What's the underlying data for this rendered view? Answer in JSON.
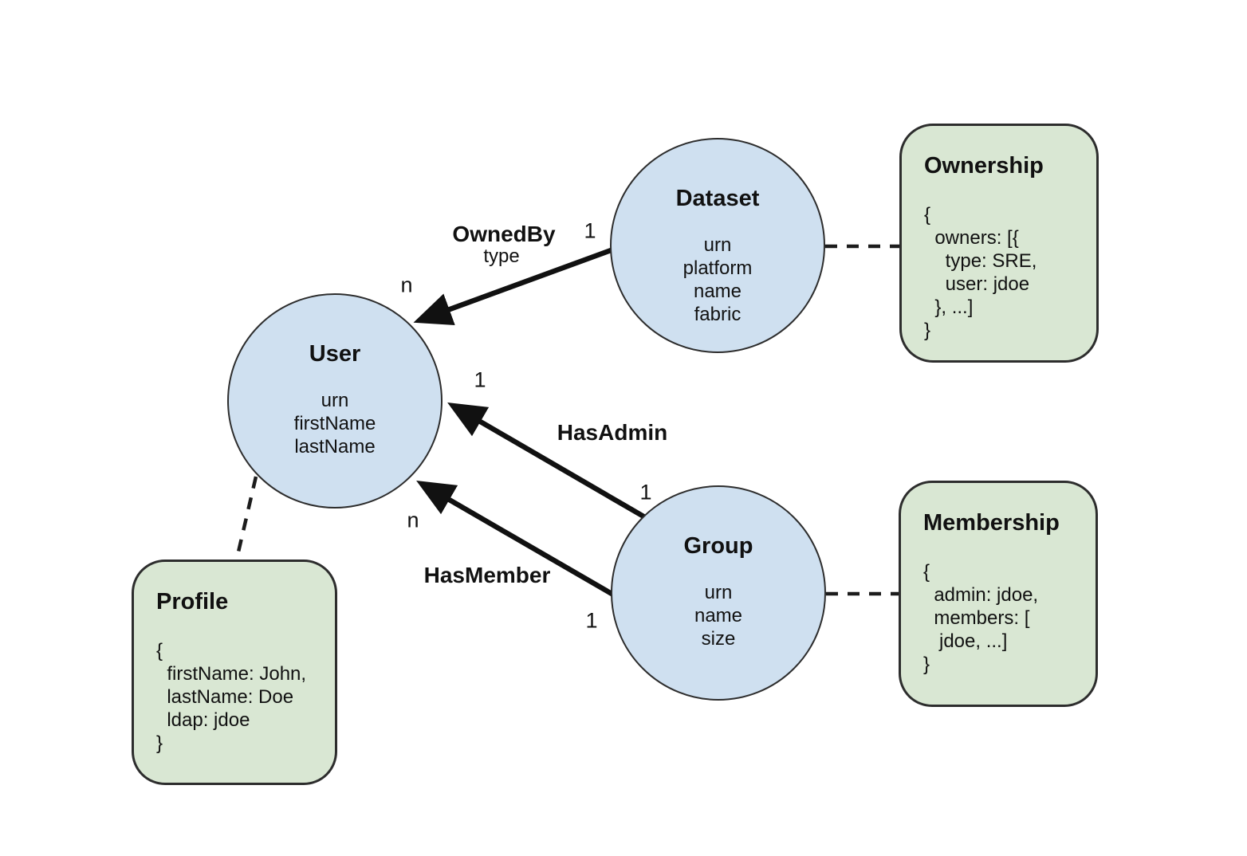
{
  "nodes": {
    "dataset": {
      "title": "Dataset",
      "attrs": [
        "urn",
        "platform",
        "name",
        "fabric"
      ]
    },
    "user": {
      "title": "User",
      "attrs": [
        "urn",
        "firstName",
        "lastName"
      ]
    },
    "group": {
      "title": "Group",
      "attrs": [
        "urn",
        "name",
        "size"
      ]
    }
  },
  "aspects": {
    "ownership": {
      "title": "Ownership",
      "code": [
        "{",
        "  owners: [{",
        "    type: SRE,",
        "    user: jdoe",
        "  }, ...]",
        "}"
      ]
    },
    "membership": {
      "title": "Membership",
      "code": [
        "{",
        "  admin: jdoe,",
        "  members: [",
        "   jdoe, ...]",
        "}"
      ]
    },
    "profile": {
      "title": "Profile",
      "code": [
        "{",
        "  firstName: John,",
        "  lastName: Doe",
        "  ldap: jdoe",
        "}"
      ]
    }
  },
  "edges": {
    "ownedby": {
      "label": "OwnedBy",
      "sublabel": "type",
      "source_cardinality": "1",
      "target_cardinality": "n"
    },
    "hasadmin": {
      "label": "HasAdmin",
      "source_cardinality": "1",
      "target_cardinality": "1"
    },
    "hasmember": {
      "label": "HasMember",
      "source_cardinality": "1",
      "target_cardinality": "n"
    }
  },
  "colors": {
    "node_fill": "#cfe0f0",
    "aspect_fill": "#d9e7d3",
    "shape_stroke": "#2d2d2d",
    "line_color": "#111111",
    "background": "#ffffff"
  }
}
